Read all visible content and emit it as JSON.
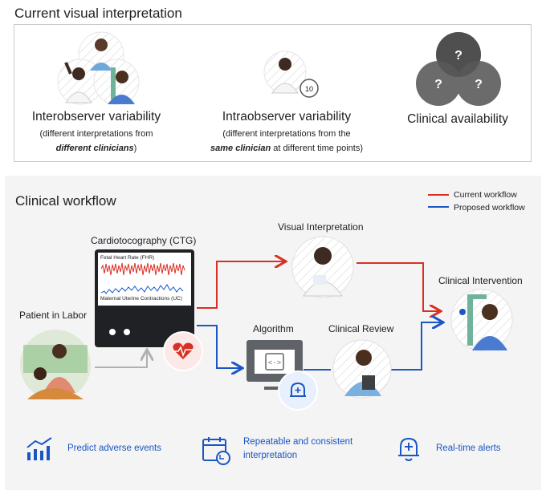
{
  "top": {
    "title": "Current visual interpretation",
    "items": [
      {
        "title": "Interobserver variability",
        "desc_line1": "(different interpretations from",
        "desc_em": "different clinicians",
        "desc_after": ")"
      },
      {
        "title": "Intraobserver variability",
        "desc_line1": "(different interpretations from the",
        "desc_em": "same clinician",
        "desc_after": " at different time points)",
        "clock_label": "10"
      },
      {
        "title": "Clinical availability",
        "mark": "?"
      }
    ]
  },
  "workflow": {
    "title": "Clinical workflow",
    "legend": [
      {
        "label": "Current workflow",
        "color": "#d93025"
      },
      {
        "label": "Proposed workflow",
        "color": "#1a56c4"
      }
    ],
    "nodes": {
      "patient": "Patient in Labor",
      "ctg": "Cardiotocography (CTG)",
      "ctg_fhr": "Fetal Heart Rate (FHR)",
      "ctg_uc": "Maternal Uterine Contractions (UC)",
      "visual": "Visual Interpretation",
      "algorithm": "Algorithm",
      "review": "Clinical Review",
      "intervention": "Clinical Intervention",
      "algo_glyph": "<·>"
    },
    "features": [
      {
        "line1": "Predict adverse events",
        "line2": "",
        "icon": "bar-chart-trend-icon"
      },
      {
        "line1": "Repeatable and consistent",
        "line2": "interpretation",
        "icon": "calendar-refresh-icon"
      },
      {
        "line1": "Real-time alerts",
        "line2": "",
        "icon": "bell-plus-icon"
      }
    ]
  },
  "colors": {
    "current": "#d93025",
    "proposed": "#1a56c4",
    "gray_arrow": "#b0b0b0"
  }
}
